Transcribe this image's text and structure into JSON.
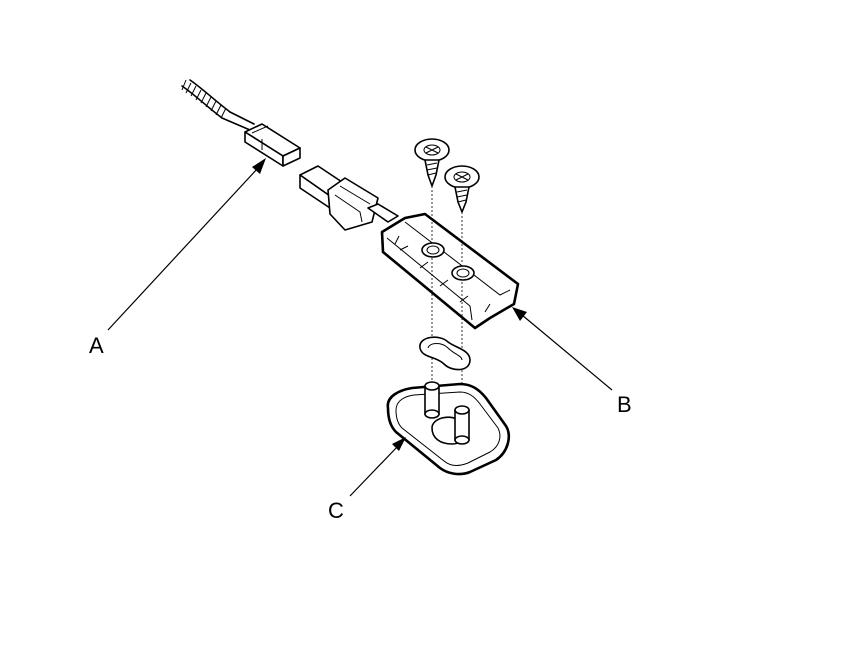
{
  "callouts": {
    "a": {
      "label": "A"
    },
    "b": {
      "label": "B"
    },
    "c": {
      "label": "C"
    }
  },
  "colors": {
    "line": "#000000",
    "background": "#ffffff"
  }
}
